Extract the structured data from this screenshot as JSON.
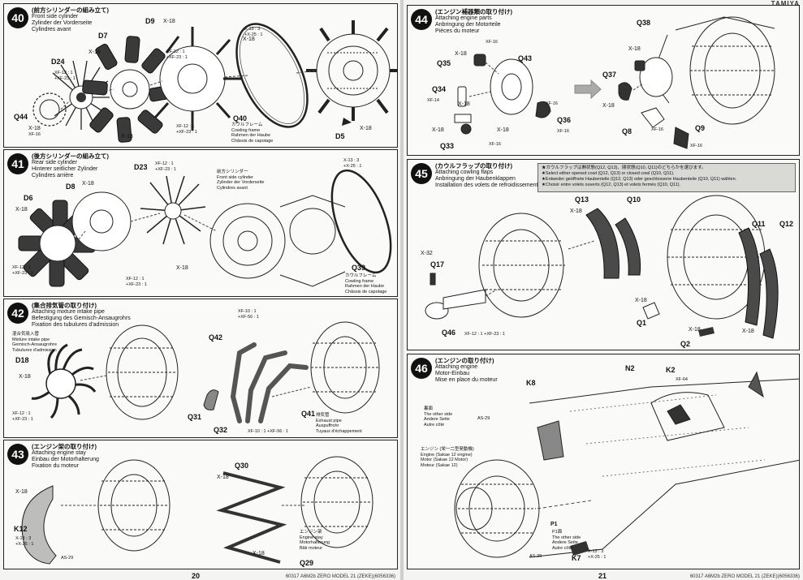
{
  "header": {
    "brand": "TAMIYA"
  },
  "left_page": {
    "footer": "60317  A6M2b ZERO MODEL 21 (ZEKE)(6056336)",
    "page_number": "20",
    "steps": [
      {
        "number": "40",
        "titles": [
          "(前方シリンダーの組み立て)",
          "Front side cylinder",
          "Zylinder der Vorderseite",
          "Cylindres avant"
        ],
        "parts": [
          "D9",
          "D7",
          "D24",
          "Q44",
          "Q40",
          "D5"
        ],
        "callouts": [
          "X-18",
          "X-18",
          "X-18",
          "X-18",
          "X-18",
          "X-18"
        ],
        "paints": [
          "XF-12 : 1\n+XF-23 : 1",
          "XF-12 : 1\n+XF-23 : 1",
          "XF-12 : 1\n+XF-23 : 1",
          "XF-16",
          "X-13 : 3\n+X-25 : 1"
        ],
        "frame_label": [
          "カウルフレーム",
          "Cowling frame",
          "Rahmen der Haube",
          "Châssis de capotage"
        ]
      },
      {
        "number": "41",
        "titles": [
          "(後方シリンダーの組み立て)",
          "Rear side cylinder",
          "Hinterer seitlicher Zylinder",
          "Cylindres arrière"
        ],
        "parts": [
          "D23",
          "D8",
          "D6",
          "Q39"
        ],
        "callouts": [
          "X-18",
          "X-18",
          "X-18"
        ],
        "paints": [
          "XF-12 : 1\n+XF-23 : 1",
          "XF-12 : 1\n+XF-23 : 1",
          "XF-12 : 1\n+XF-23 : 1",
          "X-13 : 3\n+X-25 : 1"
        ],
        "front_label": [
          "前方シリンダー",
          "Front side cylinder",
          "Zylinder der Vorderseite",
          "Cylindres avant"
        ],
        "frame_label": [
          "カウルフレーム",
          "Cowling frame",
          "Rahmen der Haube",
          "Châssis de capotage"
        ]
      },
      {
        "number": "42",
        "titles": [
          "(集合排気管の取り付け)",
          "Attaching mixture intake pipe",
          "Befestigung des Gemisch-Ansaugrohrs",
          "Fixation des tubulures d'admission"
        ],
        "parts": [
          "D18",
          "Q42",
          "Q31",
          "Q32",
          "Q41"
        ],
        "callouts": [
          "X-18"
        ],
        "paints": [
          "XF-12 : 1\n+XF-23 : 1",
          "XF-10 : 1\n+XF-56 : 1",
          "XF-10 : 1 +XF-56 : 1"
        ],
        "intake_label": [
          "混合気吸入管",
          "Mixture intake pipe",
          "Gemisch-Ansaugrohre",
          "Tubulures d'admission"
        ],
        "exhaust_label": [
          "排気管",
          "Exhaust pipe",
          "Auspuffrohr",
          "Tuyaux d'échappement"
        ]
      },
      {
        "number": "43",
        "titles": [
          "(エンジン架の取り付け)",
          "Attaching engine stay",
          "Einbau der Motorhalterung",
          "Fixation du moteur"
        ],
        "parts": [
          "K12",
          "Q30",
          "Q29"
        ],
        "callouts": [
          "X-18",
          "X-18",
          "X-18"
        ],
        "paints": [
          "X-13 : 3\n+X-25 : 1",
          "AS-29"
        ],
        "stay_label": [
          "エンジン架",
          "Engine stay",
          "Motorhalterung",
          "Bâti moteur"
        ]
      }
    ]
  },
  "right_page": {
    "footer": "60317  A6M2b ZERO MODEL 21 (ZEKE)(6056336)",
    "page_number": "21",
    "steps": [
      {
        "number": "44",
        "titles": [
          "(エンジン補器類の取り付け)",
          "Attaching engine parts",
          "Anbringung der Motorteile",
          "Pièces du moteur"
        ],
        "parts": [
          "Q35",
          "Q43",
          "Q34",
          "Q36",
          "Q33",
          "Q38",
          "Q37",
          "Q8",
          "Q9"
        ],
        "callouts": [
          "X-18",
          "X-18",
          "X-18",
          "X-18",
          "X-18",
          "X-18"
        ],
        "paints": [
          "XF-16",
          "XF-14",
          "XF-16",
          "XF-16",
          "XF-16",
          "XF-16",
          "XF-16"
        ]
      },
      {
        "number": "45",
        "titles": [
          "(カウルフラップの取り付け)",
          "Attaching cowling flaps",
          "Anbringung der Haubenklappen",
          "Installation des volets de refroidissement"
        ],
        "note": [
          "★カウルフラップは開状態(Q12, Q13)、閉状態(Q10, Q11)のどちらかを選びます。",
          "★Select either opened cowl (Q12, Q13) or closed cowl (Q10, Q11).",
          "★Entweder geöffnete Haubenteile (Q12, Q13) oder geschlossene Haubenteile (Q10, Q11) wählen.",
          "★Choisir entre volets ouverts (Q12, Q13) et volets fermés (Q10, Q11)."
        ],
        "parts": [
          "Q13",
          "Q10",
          "Q11",
          "Q12",
          "Q17",
          "Q46",
          "Q1",
          "Q2"
        ],
        "callouts": [
          "X-18",
          "X-32",
          "X-18",
          "X-18",
          "X-18"
        ],
        "paints": [
          "XF-12 : 1 +XF-23 : 1"
        ]
      },
      {
        "number": "46",
        "titles": [
          "(エンジンの取り付け)",
          "Attaching engine",
          "Motor-Einbau",
          "Mise en place du moteur"
        ],
        "parts": [
          "K8",
          "N2",
          "K2",
          "P1",
          "K7"
        ],
        "paints": [
          "XF-64",
          "AS-29",
          "AS-29",
          "X-13 : 3\n+X-25 : 1"
        ],
        "side_label": [
          "裏面",
          "The other side",
          "Andere Seite",
          "Autre côté"
        ],
        "engine_label": [
          "エンジン (栄一二型発動機)",
          "Engine (Sakae 12 engine)",
          "Motor (Sakae 12 Motor)",
          "Moteur (Sakae 12)"
        ],
        "p1_label": [
          "P1面",
          "The other side",
          "Andere Seite",
          "Autre côté"
        ]
      }
    ]
  },
  "icons": [
    "arrow-right-icon"
  ]
}
